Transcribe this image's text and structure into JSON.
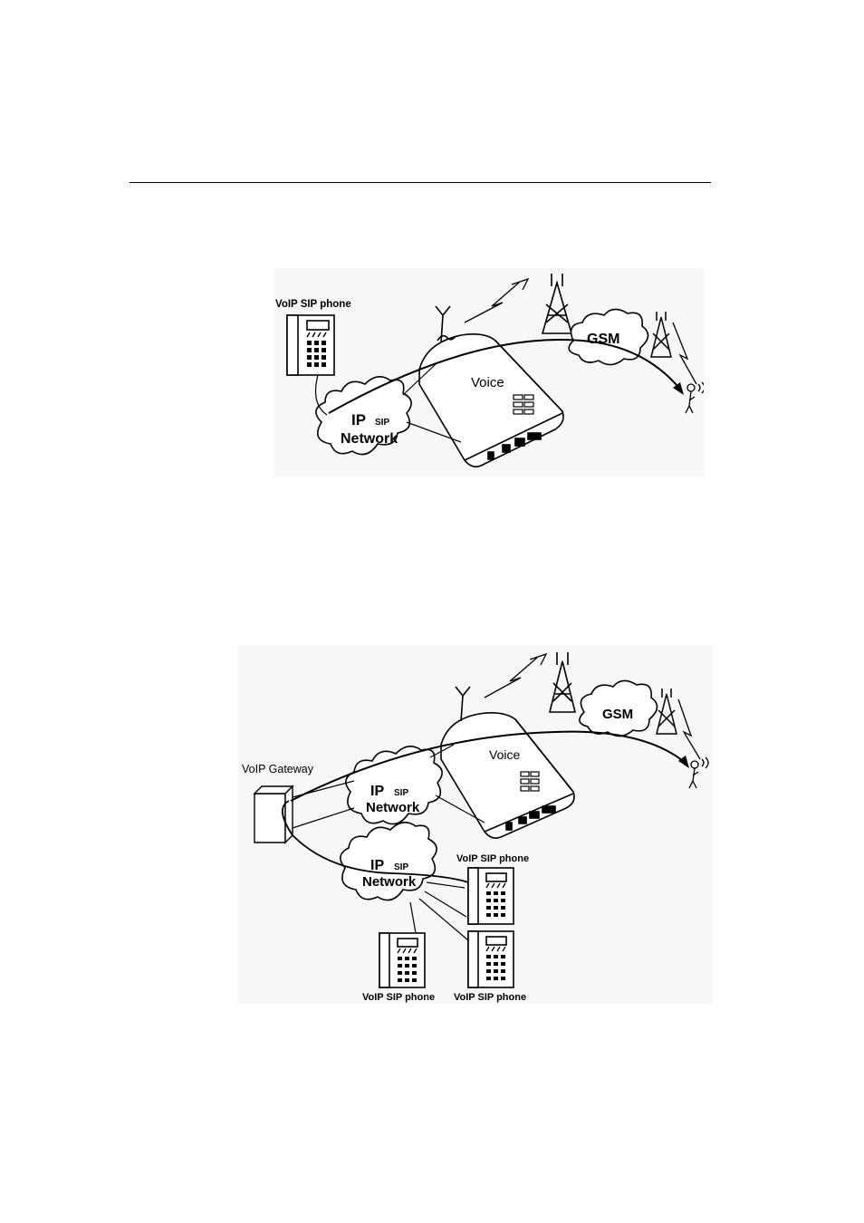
{
  "figure1": {
    "phone_label": "VoIP SIP phone",
    "ip_label": "IP",
    "sip_label": "SIP",
    "network_label": "Network",
    "voice_label": "Voice",
    "gsm_label": "GSM"
  },
  "figure2": {
    "gateway_label": "VoIP Gateway",
    "ip_label": "IP",
    "sip_label": "SIP",
    "network_label": "Network",
    "ip2_label": "IP",
    "sip2_label": "SIP",
    "network2_label": "Network",
    "voice_label": "Voice",
    "gsm_label": "GSM",
    "phone_a_label": "VoIP SIP phone",
    "phone_b_label": "VoIP SIP phone",
    "phone_c_label": "VoIP SIP phone"
  }
}
